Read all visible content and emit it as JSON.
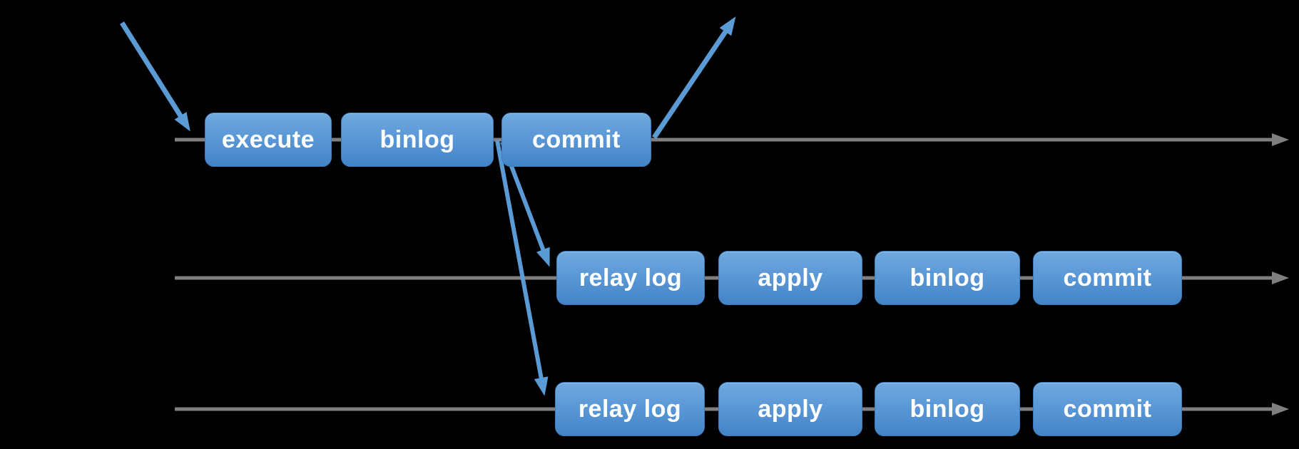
{
  "colors": {
    "background": "#000000",
    "box_gradient_top": "#6fa9de",
    "box_gradient_bottom": "#4384c8",
    "box_border": "#3d7cba",
    "box_text": "#ffffff",
    "timeline": "#7f7f7f",
    "arrow": "#5b9bd5"
  },
  "timelines": [
    {
      "id": "timeline-1",
      "boxes": [
        {
          "label": "execute"
        },
        {
          "label": "binlog"
        },
        {
          "label": "commit"
        }
      ]
    },
    {
      "id": "timeline-2",
      "boxes": [
        {
          "label": "relay log"
        },
        {
          "label": "apply"
        },
        {
          "label": "binlog"
        },
        {
          "label": "commit"
        }
      ]
    },
    {
      "id": "timeline-3",
      "boxes": [
        {
          "label": "relay log"
        },
        {
          "label": "apply"
        },
        {
          "label": "binlog"
        },
        {
          "label": "commit"
        }
      ]
    }
  ],
  "arrows": [
    {
      "name": "incoming-request-arrow"
    },
    {
      "name": "outgoing-response-arrow"
    },
    {
      "name": "binlog-to-relay-log-arrow-1"
    },
    {
      "name": "binlog-to-relay-log-arrow-2"
    }
  ]
}
